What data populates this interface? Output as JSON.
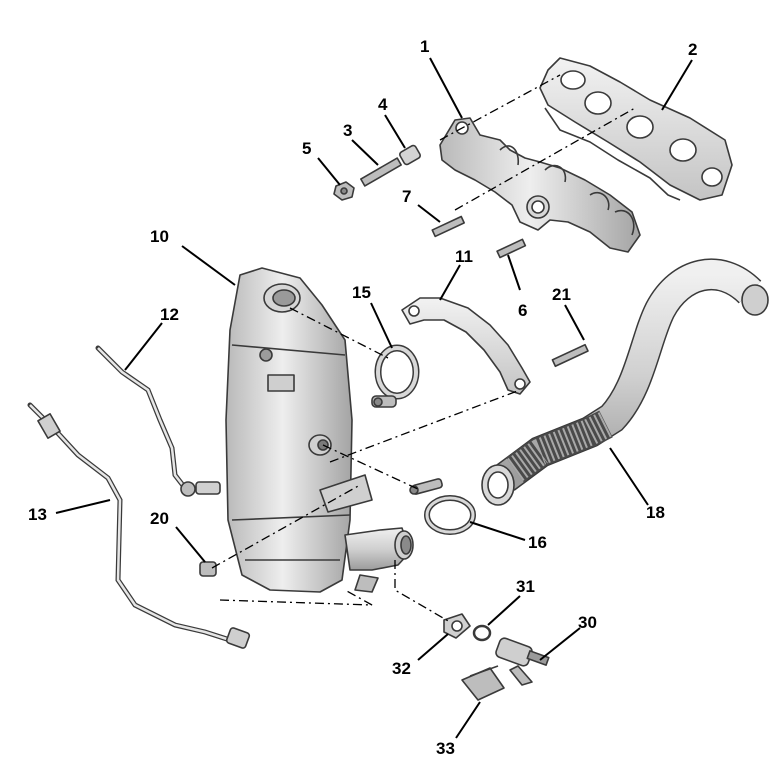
{
  "callouts": [
    {
      "id": "1",
      "label": "1"
    },
    {
      "id": "2",
      "label": "2"
    },
    {
      "id": "3",
      "label": "3"
    },
    {
      "id": "4",
      "label": "4"
    },
    {
      "id": "5",
      "label": "5"
    },
    {
      "id": "6",
      "label": "6"
    },
    {
      "id": "7",
      "label": "7"
    },
    {
      "id": "10",
      "label": "10"
    },
    {
      "id": "11",
      "label": "11"
    },
    {
      "id": "12",
      "label": "12"
    },
    {
      "id": "13",
      "label": "13"
    },
    {
      "id": "15",
      "label": "15"
    },
    {
      "id": "16",
      "label": "16"
    },
    {
      "id": "18",
      "label": "18"
    },
    {
      "id": "20",
      "label": "20"
    },
    {
      "id": "21",
      "label": "21"
    },
    {
      "id": "30",
      "label": "30"
    },
    {
      "id": "31",
      "label": "31"
    },
    {
      "id": "32",
      "label": "32"
    },
    {
      "id": "33",
      "label": "33"
    }
  ],
  "colors": {
    "line": "#000000",
    "part_outline": "#3a3a3a",
    "metal_light": "#e6e6e6",
    "metal_dark": "#9a9a9a",
    "background": "#ffffff"
  }
}
